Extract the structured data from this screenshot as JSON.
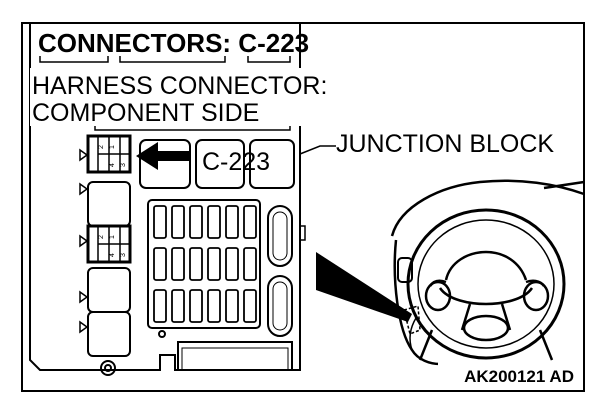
{
  "header": {
    "title": "CONNECTORS: C-223"
  },
  "labels": {
    "harness_line1": "HARNESS CONNECTOR:",
    "harness_line2": "COMPONENT SIDE",
    "connector_id": "C-223",
    "junction_block": "JUNCTION BLOCK"
  },
  "connector_pins": {
    "top": [
      "2",
      "1",
      "4",
      "3"
    ],
    "middle": [
      "2",
      "1",
      "4",
      "3"
    ]
  },
  "footer": {
    "figure_code": "AK200121 AD"
  }
}
